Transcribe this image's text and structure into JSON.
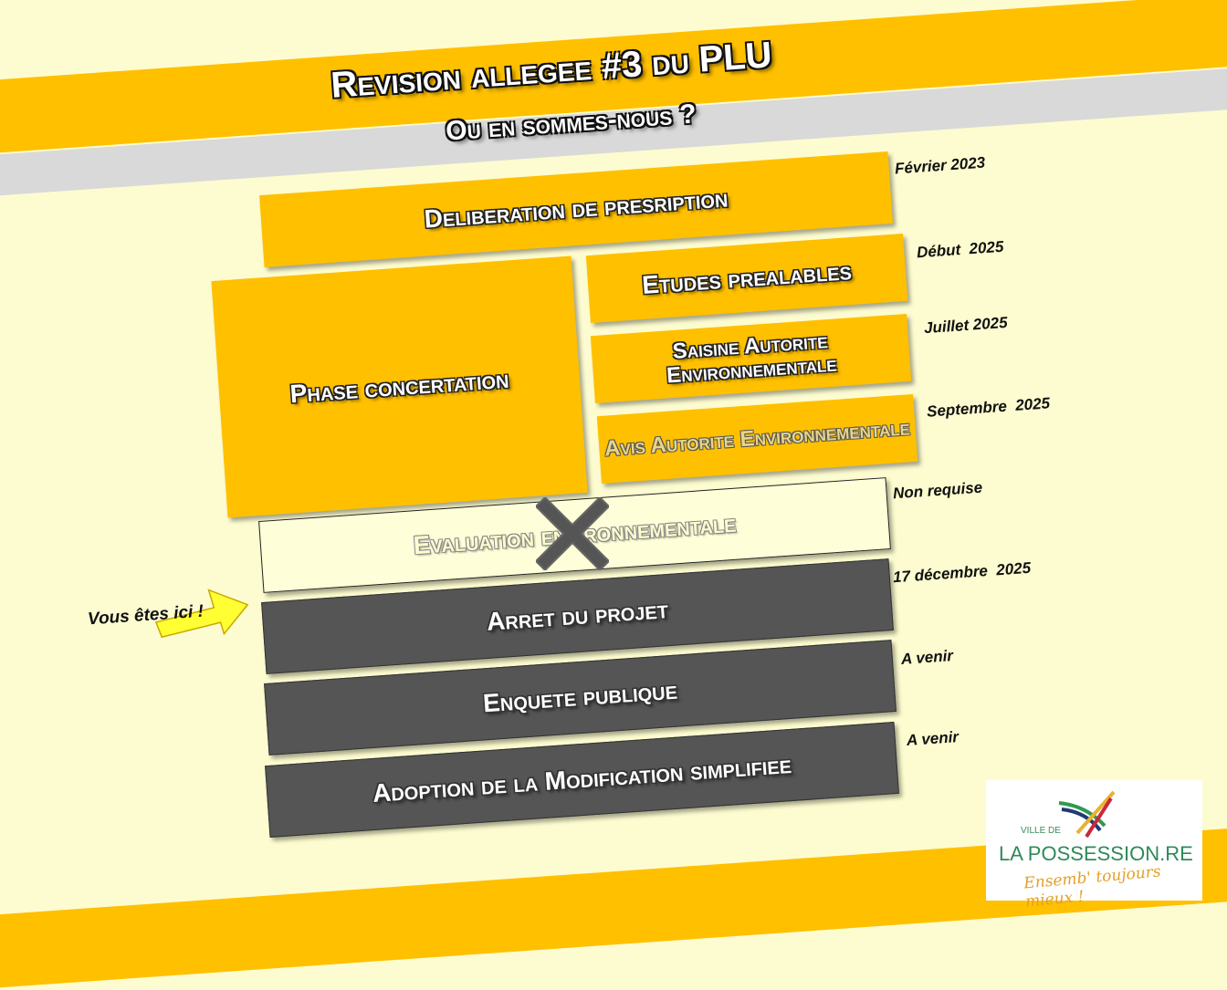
{
  "header": {
    "title": "Revision allegee #3 du PLU",
    "subtitle": "Ou en sommes-nous ?"
  },
  "steps": [
    {
      "label": "Deliberation de presription",
      "date": "Février 2023",
      "status": "done"
    },
    {
      "label": "Phase concertation",
      "status": "done"
    },
    {
      "label": "Etudes prealables",
      "date": "Début  2025",
      "status": "done"
    },
    {
      "label": "Saisine Autorite Environnementale",
      "date": "Juillet 2025",
      "status": "done"
    },
    {
      "label": "Avis Autorite Environnementale",
      "date": "Septembre  2025",
      "status": "done"
    },
    {
      "label": "Evaluation environnementale",
      "date": "Non requise",
      "status": "not-required"
    },
    {
      "label": "Arret du projet",
      "date": "17 décembre  2025",
      "status": "current"
    },
    {
      "label": "Enquete publique",
      "date": "A venir",
      "status": "upcoming"
    },
    {
      "label": "Adoption de la Modification simplifiee",
      "date": "A venir",
      "status": "upcoming"
    }
  ],
  "marker": {
    "label": "Vous êtes ici !"
  },
  "logo": {
    "prefix": "VILLE DE",
    "name": "LA POSSESSION.RE",
    "slogan": "Ensemb' toujours mieux !"
  },
  "colors": {
    "yellow": "#ffc000",
    "dark": "#555555",
    "background": "#fdfcd0",
    "grey": "#d9d9d9"
  }
}
